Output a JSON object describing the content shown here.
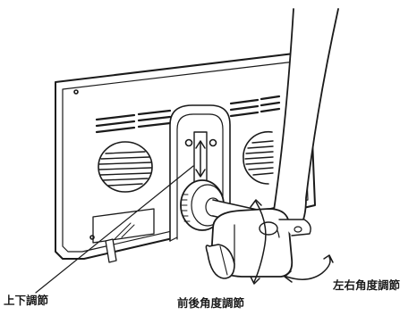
{
  "labels": {
    "vertical_adjust": "上下調節",
    "tilt_adjust": "前後角度調節",
    "swivel_adjust": "左右角度調節"
  },
  "colors": {
    "line": "#1a1a1a",
    "background": "#ffffff"
  },
  "icons": {
    "up_down_arrow": "double-arrow-vertical",
    "tilt_arrow": "curved-double-arrow",
    "swivel_arrow": "curved-double-arrow"
  }
}
